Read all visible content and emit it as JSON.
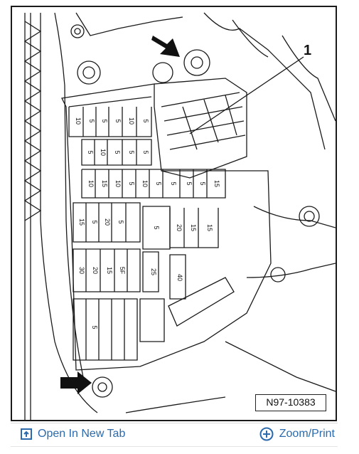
{
  "figure": {
    "callout_label": "1",
    "reference_code": "N97-10383",
    "fuse_labels": [
      "10",
      "5",
      "5",
      "5",
      "10",
      "5",
      "5",
      "10",
      "5",
      "5",
      "5",
      "10",
      "15",
      "10",
      "5",
      "10",
      "5",
      "5",
      "5",
      "5",
      "15",
      "15",
      "5",
      "20",
      "5",
      "5",
      "20",
      "15",
      "15",
      "30",
      "20",
      "15",
      "5F",
      "25",
      "40",
      "5"
    ]
  },
  "toolbar": {
    "open_label": "Open In New Tab",
    "zoom_label": "Zoom/Print",
    "open_icon": "open-new-tab-icon",
    "zoom_icon": "zoom-plus-icon",
    "link_color": "#2a6aad"
  }
}
